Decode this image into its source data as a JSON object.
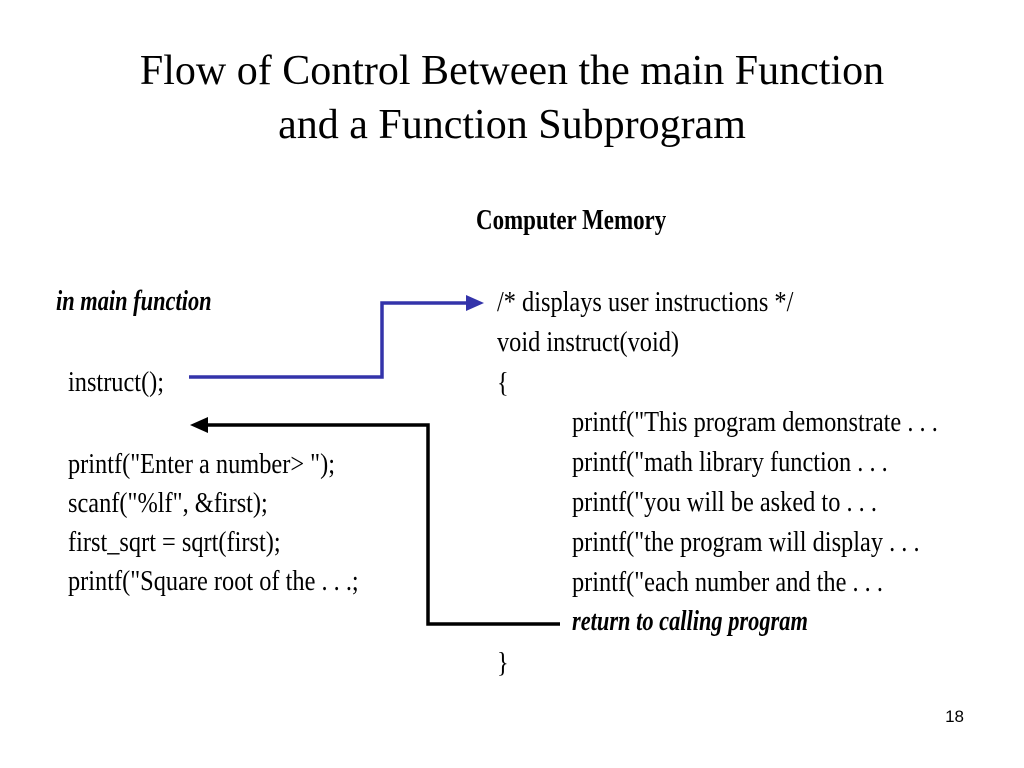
{
  "title": {
    "line1": "Flow of Control Between the main Function",
    "line2": "and a Function Subprogram"
  },
  "memory": {
    "heading": "Computer Memory"
  },
  "main_function": {
    "heading": "in main function",
    "call": "instruct();",
    "lines": [
      "printf(\"Enter a number> \");",
      "scanf(\"%lf\", &first);",
      "first_sqrt = sqrt(first);",
      "printf(\"Square root of the  . . .;"
    ]
  },
  "subprogram": {
    "comment": "/* displays user instructions */",
    "signature": "void instruct(void)",
    "open_brace": "{",
    "body_lines": [
      "printf(\"This program demonstrate . . .",
      "printf(\"math library function . . .",
      "printf(\"you will be asked to . . .",
      "printf(\"the program will display . . .",
      "printf(\"each number and the . . ."
    ],
    "return_note": "return to calling program",
    "close_brace": "}"
  },
  "slide_number": "18",
  "colors": {
    "call_arrow": "#3333aa",
    "return_arrow": "#000000"
  }
}
